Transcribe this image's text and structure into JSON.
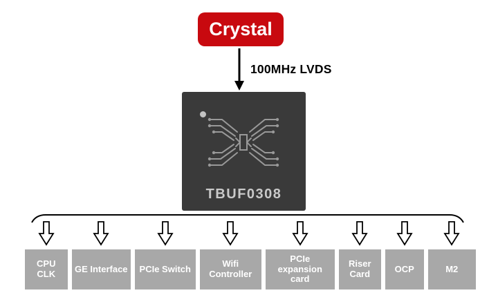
{
  "crystal": {
    "label": "Crystal"
  },
  "signal": {
    "label": "100MHz LVDS"
  },
  "chip": {
    "label": "TBUF0308"
  },
  "outputs": [
    "CPU CLK",
    "GE Interface",
    "PCIe Switch",
    "Wifi Controller",
    "PCIe expansion card",
    "Riser Card",
    "OCP",
    "M2"
  ],
  "icons": {
    "feed_arrow": "down-arrow",
    "output_arrow": "down-block-outline-arrow",
    "chip_pattern": "circuit-traces",
    "chip_pin_marker": "pin-1-dot"
  },
  "colors": {
    "crystal_bg": "#c8090f",
    "crystal_text": "#ffffff",
    "chip_bg": "#3a3a3a",
    "chip_accent": "#999999",
    "chip_label_text": "#c9c9c9",
    "connector": "#000000",
    "signal_text": "#000000",
    "arrow_fill": "#ffffff",
    "arrow_stroke": "#000000",
    "box_bg": "#a8a8a8",
    "box_text": "#ffffff"
  }
}
